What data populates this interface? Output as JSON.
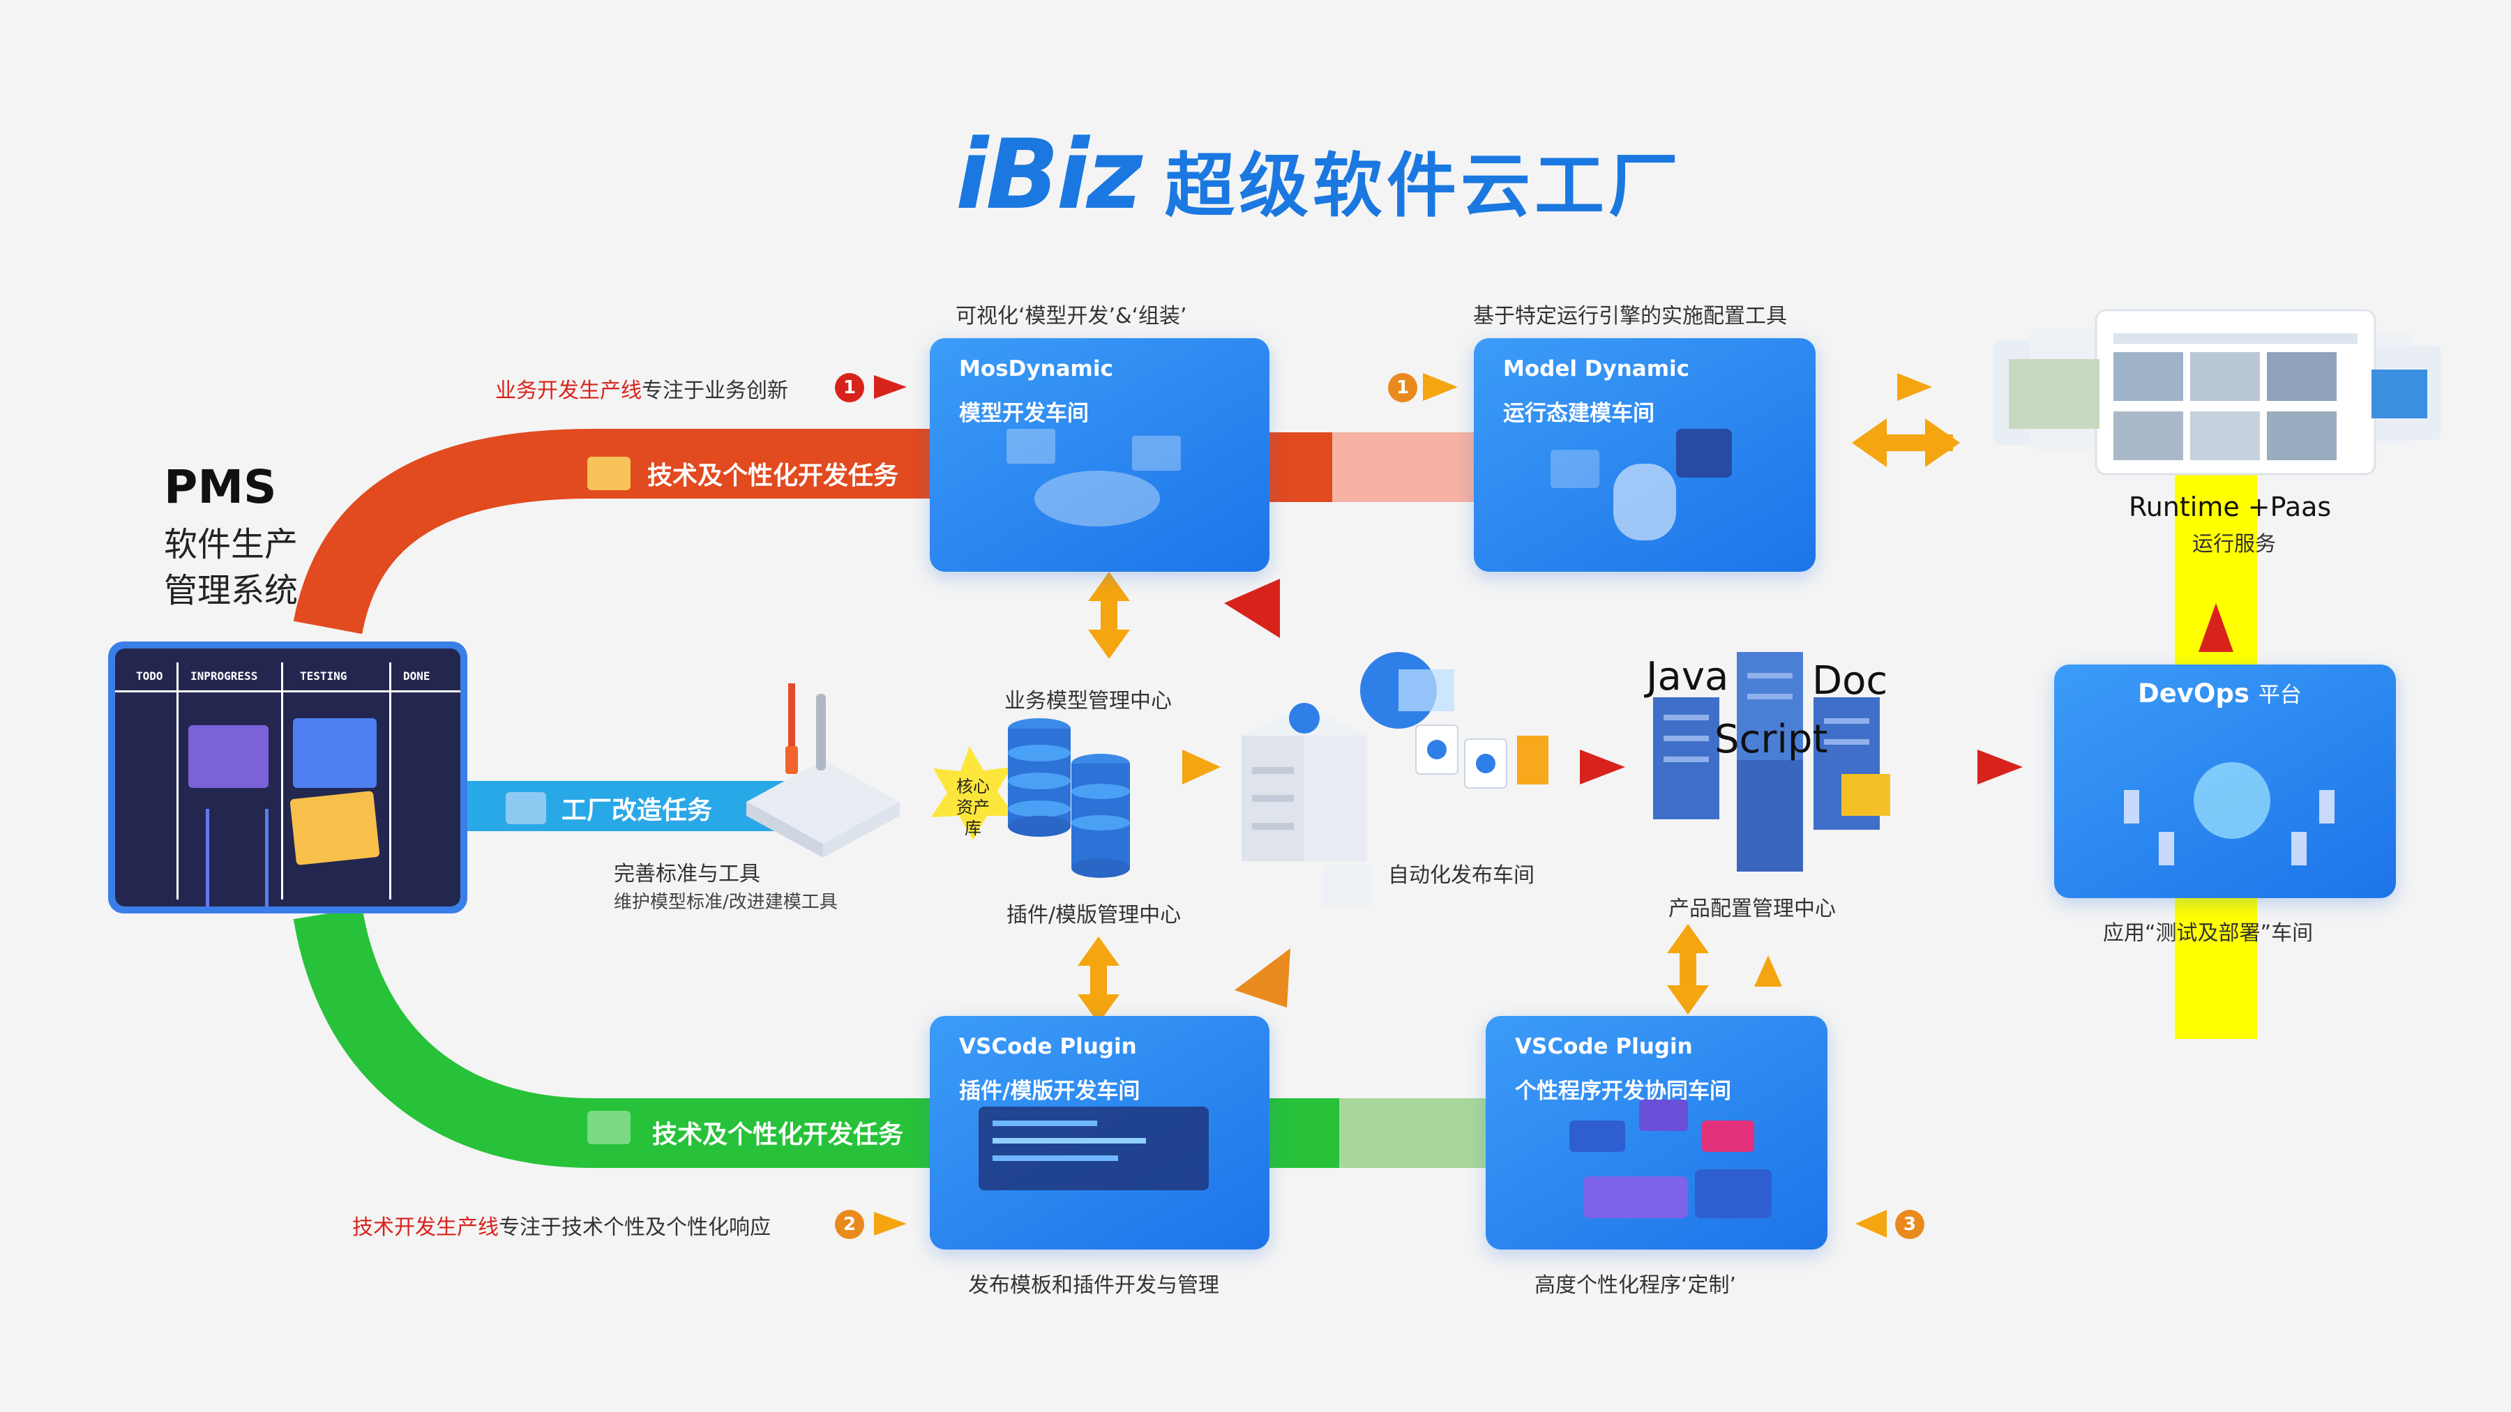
{
  "header": {
    "logo": "iBiz",
    "title": "超级软件云工厂"
  },
  "pms": {
    "title": "PMS",
    "line1": "软件生产",
    "line2": "管理系统",
    "board_cols": [
      "TODO",
      "INPROGRESS",
      "TESTING",
      "DONE"
    ]
  },
  "lanes": {
    "top_label": "技术及个性化开发任务",
    "middle_label": "工厂改造任务",
    "bottom_label": "技术及个性化开发任务",
    "top_line_red": "业务开发生产线",
    "top_line_rest": "专注于业务创新",
    "bottom_line_red": "技术开发生产线",
    "bottom_line_rest": "专注于技术个性及个性化响应",
    "badge1": "1",
    "badge1b": "1",
    "badge2": "2",
    "badge3": "3",
    "colors": {
      "top": "#e24a1f",
      "middle": "#29a8e8",
      "bottom": "#27c23a"
    }
  },
  "cards": {
    "mos": {
      "caption": "可视化‘模型开发’&‘组装’",
      "line1": "MosDynamic",
      "line2": "模型开发车间"
    },
    "model": {
      "caption": "基于特定运行引擎的实施配置工具",
      "line1": "Model Dynamic",
      "line2": "运行态建模车间"
    },
    "vsc1": {
      "caption": "发布模板和插件开发与管理",
      "line1": "VSCode Plugin",
      "line2": "插件/模版开发车间"
    },
    "vsc2": {
      "caption": "高度个性化程序‘定制’",
      "line1": "VSCode Plugin",
      "line2": "个性程序开发协同车间"
    },
    "devops": {
      "line1": "DevOps",
      "line1b": "平台",
      "caption": "应用“测试及部署”车间"
    }
  },
  "middle": {
    "tool_title": "完善标准与工具",
    "tool_sub": "维护模型标准/改进建模工具",
    "biz_center": "业务模型管理中心",
    "core_line1": "核心",
    "core_line2": "资产库",
    "plugin_center": "插件/模版管理中心",
    "publish": "自动化发布车间",
    "product_center": "产品配置管理中心",
    "tech_java": "Java",
    "tech_doc": "Doc",
    "tech_script": "Script"
  },
  "runtime": {
    "title": "Runtime +Paas",
    "sub": "运行服务"
  }
}
